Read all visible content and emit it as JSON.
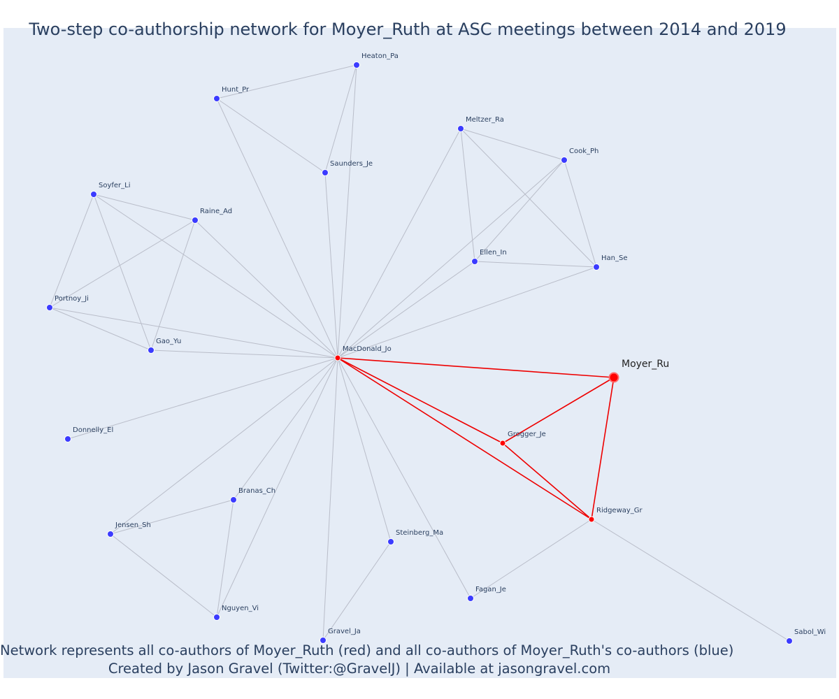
{
  "title": "Two-step co-authorship network for Moyer_Ruth at ASC meetings between 2014 and 2019",
  "caption": {
    "line1": "Network represents all co-authors of Moyer_Ruth (red) and all co-authors of Moyer_Ruth's co-authors (blue)",
    "line2": "Created by Jason Gravel (Twitter:@GravelJ) | Available at jasongravel.com"
  },
  "colors": {
    "background": "#e5ecf6",
    "first_step": "#ff0000",
    "second_step": "#3b3bff",
    "edge_default": "#b9bdc9",
    "edge_focal": "#ee0000"
  },
  "nodes": [
    {
      "id": "Moyer_Ru",
      "label": "Moyer_Ru",
      "group": "focal"
    },
    {
      "id": "MacDonald_Jo",
      "label": "MacDonald_Jo",
      "group": "first"
    },
    {
      "id": "Grogger_Je",
      "label": "Grogger_Je",
      "group": "first"
    },
    {
      "id": "Ridgeway_Gr",
      "label": "Ridgeway_Gr",
      "group": "first"
    },
    {
      "id": "Heaton_Pa",
      "label": "Heaton_Pa",
      "group": "second"
    },
    {
      "id": "Hunt_Pr",
      "label": "Hunt_Pr",
      "group": "second"
    },
    {
      "id": "Saunders_Je",
      "label": "Saunders_Je",
      "group": "second"
    },
    {
      "id": "Meltzer_Ra",
      "label": "Meltzer_Ra",
      "group": "second"
    },
    {
      "id": "Cook_Ph",
      "label": "Cook_Ph",
      "group": "second"
    },
    {
      "id": "Ellen_In",
      "label": "Ellen_In",
      "group": "second"
    },
    {
      "id": "Han_Se",
      "label": "Han_Se",
      "group": "second"
    },
    {
      "id": "Soyfer_Li",
      "label": "Soyfer_Li",
      "group": "second"
    },
    {
      "id": "Raine_Ad",
      "label": "Raine_Ad",
      "group": "second"
    },
    {
      "id": "Portnoy_Ji",
      "label": "Portnoy_Ji",
      "group": "second"
    },
    {
      "id": "Gao_Yu",
      "label": "Gao_Yu",
      "group": "second"
    },
    {
      "id": "Donnelly_El",
      "label": "Donnelly_El",
      "group": "second"
    },
    {
      "id": "Branas_Ch",
      "label": "Branas_Ch",
      "group": "second"
    },
    {
      "id": "Jensen_Sh",
      "label": "Jensen_Sh",
      "group": "second"
    },
    {
      "id": "Nguyen_Vi",
      "label": "Nguyen_Vi",
      "group": "second"
    },
    {
      "id": "Steinberg_Ma",
      "label": "Steinberg_Ma",
      "group": "second"
    },
    {
      "id": "Gravel_Ja",
      "label": "Gravel_Ja",
      "group": "second"
    },
    {
      "id": "Fagan_Je",
      "label": "Fagan_Je",
      "group": "second"
    },
    {
      "id": "Sabol_Wi",
      "label": "Sabol_Wi",
      "group": "second"
    }
  ],
  "edges": [
    [
      "MacDonald_Jo",
      "Moyer_Ru"
    ],
    [
      "MacDonald_Jo",
      "Grogger_Je"
    ],
    [
      "MacDonald_Jo",
      "Ridgeway_Gr"
    ],
    [
      "Grogger_Je",
      "Moyer_Ru"
    ],
    [
      "Grogger_Je",
      "Ridgeway_Gr"
    ],
    [
      "Ridgeway_Gr",
      "Moyer_Ru"
    ],
    [
      "Heaton_Pa",
      "Hunt_Pr"
    ],
    [
      "Heaton_Pa",
      "Saunders_Je"
    ],
    [
      "Heaton_Pa",
      "MacDonald_Jo"
    ],
    [
      "Hunt_Pr",
      "Saunders_Je"
    ],
    [
      "Hunt_Pr",
      "MacDonald_Jo"
    ],
    [
      "Saunders_Je",
      "MacDonald_Jo"
    ],
    [
      "Meltzer_Ra",
      "Cook_Ph"
    ],
    [
      "Meltzer_Ra",
      "Ellen_In"
    ],
    [
      "Meltzer_Ra",
      "Han_Se"
    ],
    [
      "Meltzer_Ra",
      "MacDonald_Jo"
    ],
    [
      "Cook_Ph",
      "Han_Se"
    ],
    [
      "Cook_Ph",
      "Ellen_In"
    ],
    [
      "Cook_Ph",
      "MacDonald_Jo"
    ],
    [
      "Ellen_In",
      "Han_Se"
    ],
    [
      "Ellen_In",
      "MacDonald_Jo"
    ],
    [
      "Han_Se",
      "MacDonald_Jo"
    ],
    [
      "Soyfer_Li",
      "Raine_Ad"
    ],
    [
      "Soyfer_Li",
      "Portnoy_Ji"
    ],
    [
      "Soyfer_Li",
      "Gao_Yu"
    ],
    [
      "Soyfer_Li",
      "MacDonald_Jo"
    ],
    [
      "Raine_Ad",
      "Portnoy_Ji"
    ],
    [
      "Raine_Ad",
      "Gao_Yu"
    ],
    [
      "Raine_Ad",
      "MacDonald_Jo"
    ],
    [
      "Portnoy_Ji",
      "Gao_Yu"
    ],
    [
      "Portnoy_Ji",
      "MacDonald_Jo"
    ],
    [
      "Gao_Yu",
      "MacDonald_Jo"
    ],
    [
      "Donnelly_El",
      "MacDonald_Jo"
    ],
    [
      "Branas_Ch",
      "Jensen_Sh"
    ],
    [
      "Branas_Ch",
      "Nguyen_Vi"
    ],
    [
      "Branas_Ch",
      "MacDonald_Jo"
    ],
    [
      "Jensen_Sh",
      "Nguyen_Vi"
    ],
    [
      "Jensen_Sh",
      "MacDonald_Jo"
    ],
    [
      "Nguyen_Vi",
      "MacDonald_Jo"
    ],
    [
      "Steinberg_Ma",
      "Gravel_Ja"
    ],
    [
      "Steinberg_Ma",
      "MacDonald_Jo"
    ],
    [
      "Gravel_Ja",
      "MacDonald_Jo"
    ],
    [
      "Fagan_Je",
      "MacDonald_Jo"
    ],
    [
      "Fagan_Je",
      "Ridgeway_Gr"
    ],
    [
      "Sabol_Wi",
      "Ridgeway_Gr"
    ]
  ]
}
